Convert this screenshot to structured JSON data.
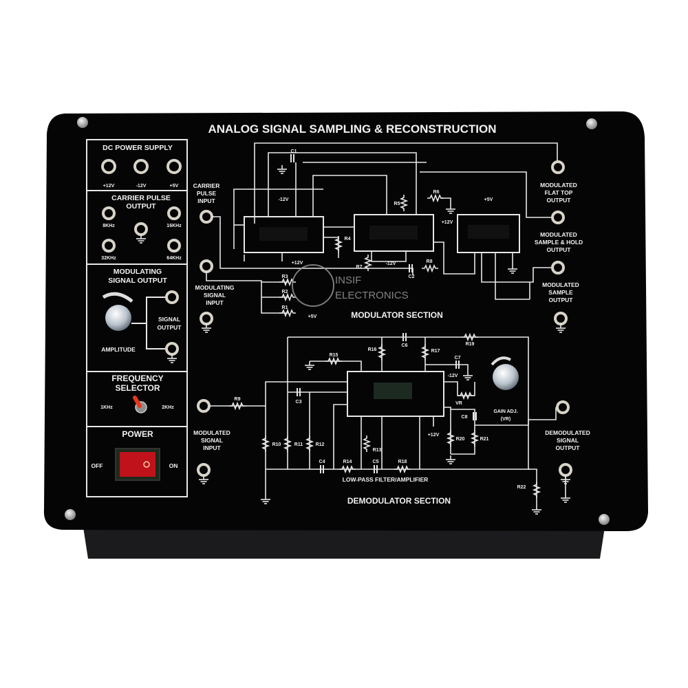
{
  "title": "ANALOG SIGNAL SAMPLING & RECONSTRUCTION",
  "brand": {
    "line1": "INSIF",
    "line2": "ELECTRONICS"
  },
  "colors": {
    "panel": "#050505",
    "print": "#f2f2f2",
    "switch_red": "#c0121a",
    "toggle_red": "#e8361c"
  },
  "left_panel": {
    "dc_power": {
      "title": "DC POWER SUPPLY",
      "jacks": [
        "+12V",
        "-12V",
        "+5V"
      ]
    },
    "carrier_pulse": {
      "title_1": "CARRIER PULSE",
      "title_2": "OUTPUT",
      "jacks": [
        "8KHz",
        "16KHz",
        "32KHz",
        "64KHz"
      ]
    },
    "modulating": {
      "title_1": "MODULATING",
      "title_2": "SIGNAL OUTPUT",
      "knob_label": "AMPLITUDE",
      "out_1": "SIGNAL",
      "out_2": "OUTPUT"
    },
    "frequency": {
      "title_1": "FREQUENCY",
      "title_2": "SELECTOR",
      "left": "1KHz",
      "right": "2KHz"
    },
    "power": {
      "title": "POWER",
      "off": "OFF",
      "on": "ON"
    }
  },
  "modulator": {
    "section": "MODULATOR SECTION",
    "carrier_input": [
      "CARRIER",
      "PULSE",
      "INPUT"
    ],
    "modulating_input": [
      "MODULATING",
      "SIGNAL",
      "INPUT"
    ],
    "outputs": [
      [
        "MODULATED",
        "FLAT TOP",
        "OUTPUT"
      ],
      [
        "MODULATED",
        "SAMPLE & HOLD",
        "OUTPUT"
      ],
      [
        "MODULATED",
        "SAMPLE",
        "OUTPUT"
      ]
    ],
    "rails": {
      "m12": "-12V",
      "p12": "+12V",
      "p5": "+5V"
    },
    "components": {
      "C1": "C1",
      "C2": "C2",
      "R1": "R1",
      "R2": "R2",
      "R3": "R3",
      "R4": "R4",
      "R5": "R5",
      "R6": "R6",
      "R7": "R7",
      "R8": "R8"
    }
  },
  "demodulator": {
    "section": "DEMODULATOR SECTION",
    "filter": "LOW-PASS FILTER/AMPLIFIER",
    "input": [
      "MODULATED",
      "SIGNAL",
      "INPUT"
    ],
    "output": [
      "DEMODULATED",
      "SIGNAL",
      "OUTPUT"
    ],
    "gain": [
      "GAIN ADJ.",
      "(VR)"
    ],
    "rails": {
      "m12": "-12V",
      "p12": "+12V"
    },
    "components": {
      "R9": "R9",
      "R10": "R10",
      "R11": "R11",
      "R12": "R12",
      "R13": "R13",
      "R14": "R14",
      "R15": "R15",
      "R16": "R16",
      "R17": "R17",
      "R18": "R18",
      "R19": "R19",
      "R20": "R20",
      "R21": "R21",
      "R22": "R22",
      "C3": "C3",
      "C4": "C4",
      "C5": "C5",
      "C6": "C6",
      "C7": "C7",
      "C8": "C8",
      "VR": "VR"
    }
  }
}
